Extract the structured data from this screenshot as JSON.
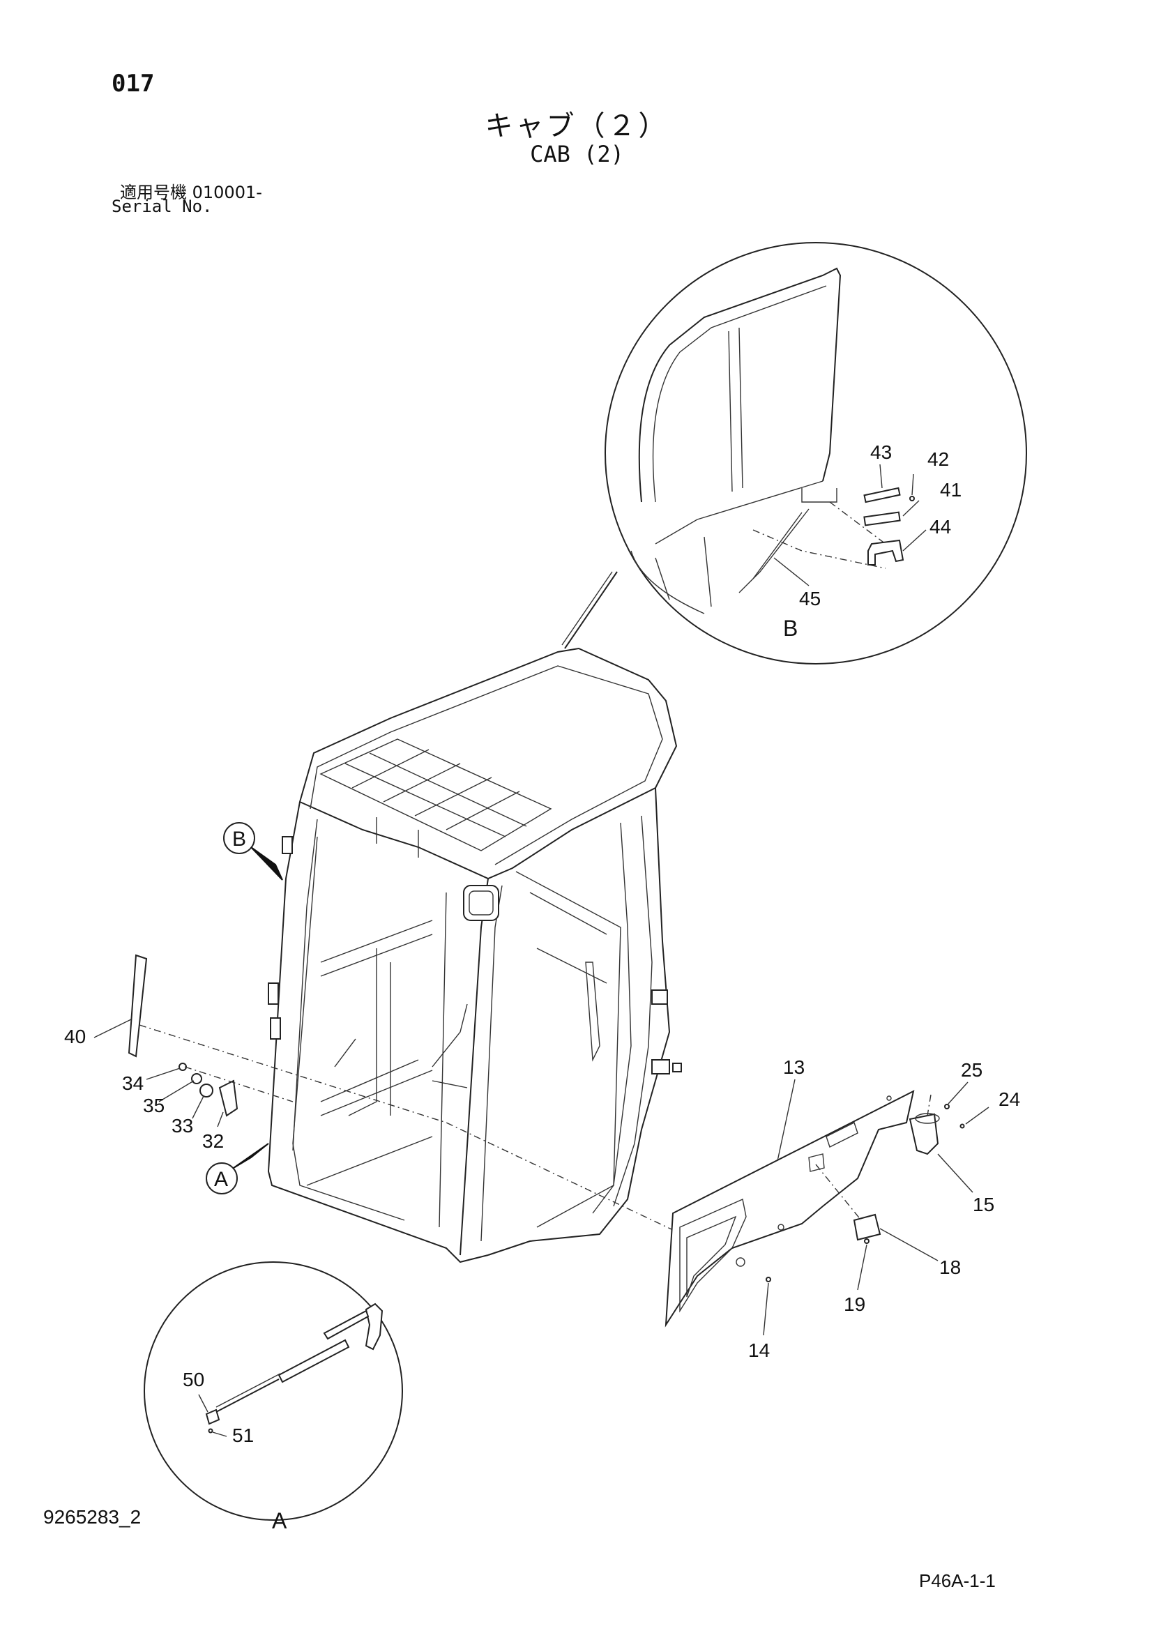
{
  "header": {
    "page_number": "017",
    "title_jp": "キャブ（２）",
    "title_en": "CAB (2)",
    "serial_label_jp": "適用号機  010001-",
    "serial_label_en": "Serial No."
  },
  "callouts": {
    "p13": "13",
    "p14": "14",
    "p15": "15",
    "p18": "18",
    "p19": "19",
    "p24": "24",
    "p25": "25",
    "p32": "32",
    "p33": "33",
    "p34": "34",
    "p35": "35",
    "p40": "40",
    "p41": "41",
    "p42": "42",
    "p43": "43",
    "p44": "44",
    "p45": "45",
    "p50": "50",
    "p51": "51"
  },
  "detail_views": {
    "a_label": "A",
    "b_label": "B"
  },
  "footer": {
    "document_id": "9265283_2",
    "page_code": "P46A-1-1"
  }
}
